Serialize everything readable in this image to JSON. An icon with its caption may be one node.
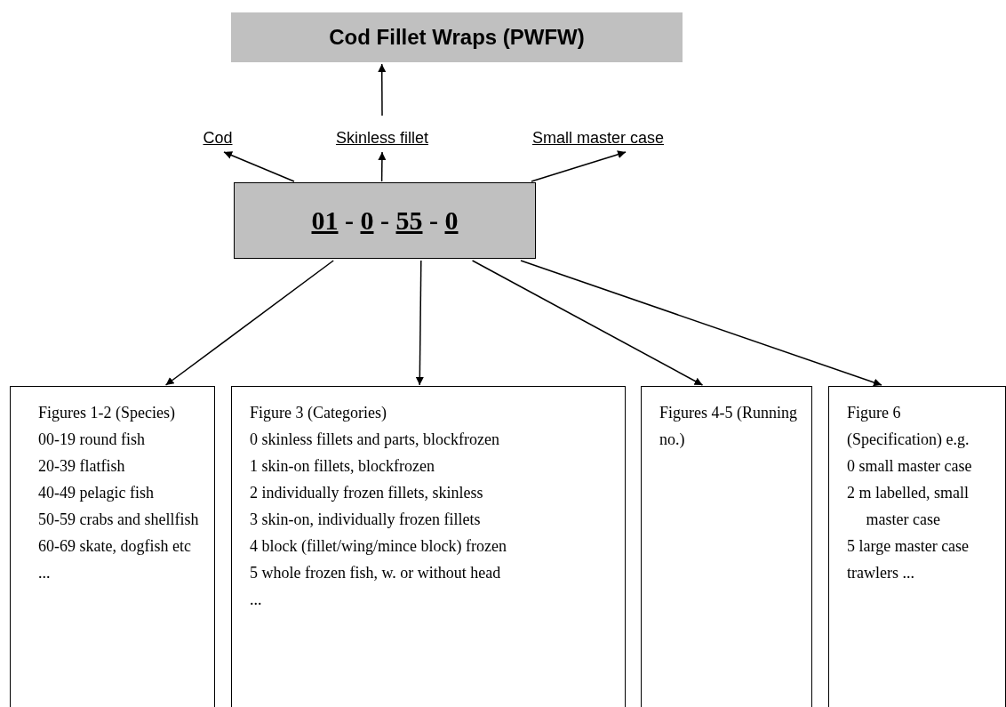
{
  "diagram": {
    "nodes": [
      {
        "text": [
          "Cod Fillet Wraps (PWFW)"
        ]
      },
      {
        "text": [
          "Cod"
        ]
      },
      {
        "text": [
          "Skinless fillet"
        ]
      },
      {
        "text": [
          "Small master case"
        ]
      },
      {
        "text": [
          "01 - 0 - 55 - 0"
        ]
      },
      {
        "text": [
          "Figures 1-2 (Species)",
          "00-19 round fish",
          "20-39 flatfish",
          "40-49 pelagic fish",
          "50-59 crabs and shellfish",
          "60-69 skate, dogfish etc",
          "..."
        ]
      },
      {
        "text": [
          "Figure 3 (Categories)",
          "0 skinless fillets and parts, blockfrozen",
          "1 skin-on fillets, blockfrozen",
          "2 individually frozen fillets, skinless",
          "3 skin-on, individually frozen fillets",
          "4 block (fillet/wing/mince block) frozen",
          "5 whole frozen fish, w. or without head",
          "..."
        ]
      },
      {
        "text": [
          "Figures 4-5 (Running no.)"
        ]
      },
      {
        "text": [
          "Figure 6 (Specification) e.g.",
          "0 small master case",
          "2 m labelled, small master case",
          "5 large master case",
          "trawlers ..."
        ]
      }
    ],
    "edges": [
      {
        "from": 2,
        "to": 0,
        "arrow": "to"
      },
      {
        "from": 4,
        "to": 1,
        "arrow": "to"
      },
      {
        "from": 4,
        "to": 2,
        "arrow": "to"
      },
      {
        "from": 4,
        "to": 3,
        "arrow": "to"
      },
      {
        "from": 4,
        "to": 5,
        "arrow": "to"
      },
      {
        "from": 4,
        "to": 6,
        "arrow": "to"
      },
      {
        "from": 4,
        "to": 7,
        "arrow": "to"
      },
      {
        "from": 4,
        "to": 8,
        "arrow": "to"
      }
    ]
  }
}
